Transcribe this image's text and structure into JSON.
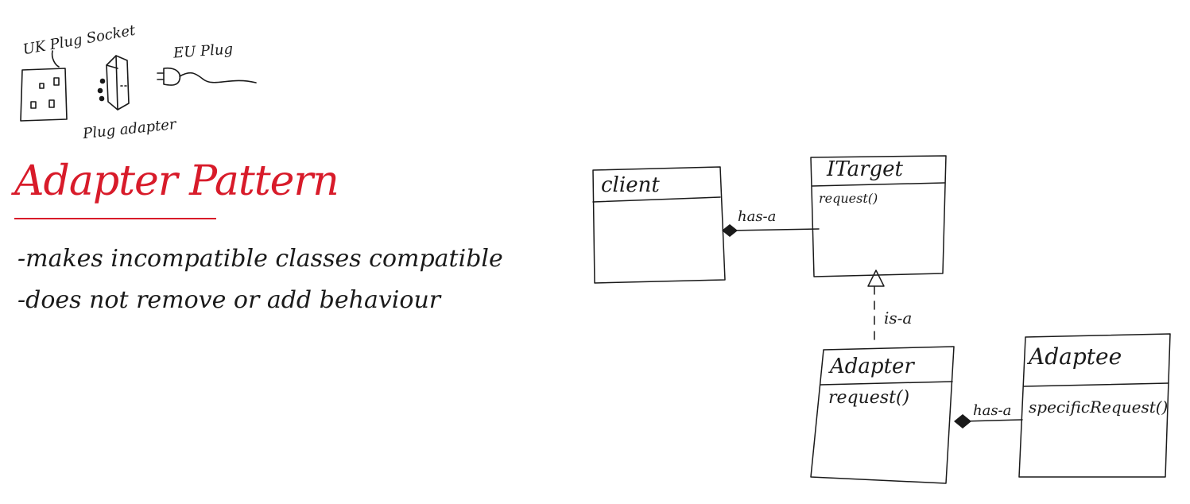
{
  "sketch": {
    "uk_socket_label": "UK Plug Socket",
    "eu_plug_label": "EU Plug",
    "adapter_label": "Plug adapter"
  },
  "notes": {
    "title": "Adapter Pattern",
    "bullets": [
      "-makes incompatible classes compatible",
      "-does not remove or add behaviour"
    ]
  },
  "uml": {
    "classes": [
      {
        "name": "client",
        "methods": ""
      },
      {
        "name": "ITarget",
        "methods": "request()"
      },
      {
        "name": "Adapter",
        "methods": "request()"
      },
      {
        "name": "Adaptee",
        "methods": "specificRequest()"
      }
    ],
    "relations": {
      "client_target": "has-a",
      "adapter_target": "is-a",
      "adapter_adaptee": "has-a"
    }
  },
  "colors": {
    "ink": "#1a1a1a",
    "accent": "#d81b2a"
  }
}
